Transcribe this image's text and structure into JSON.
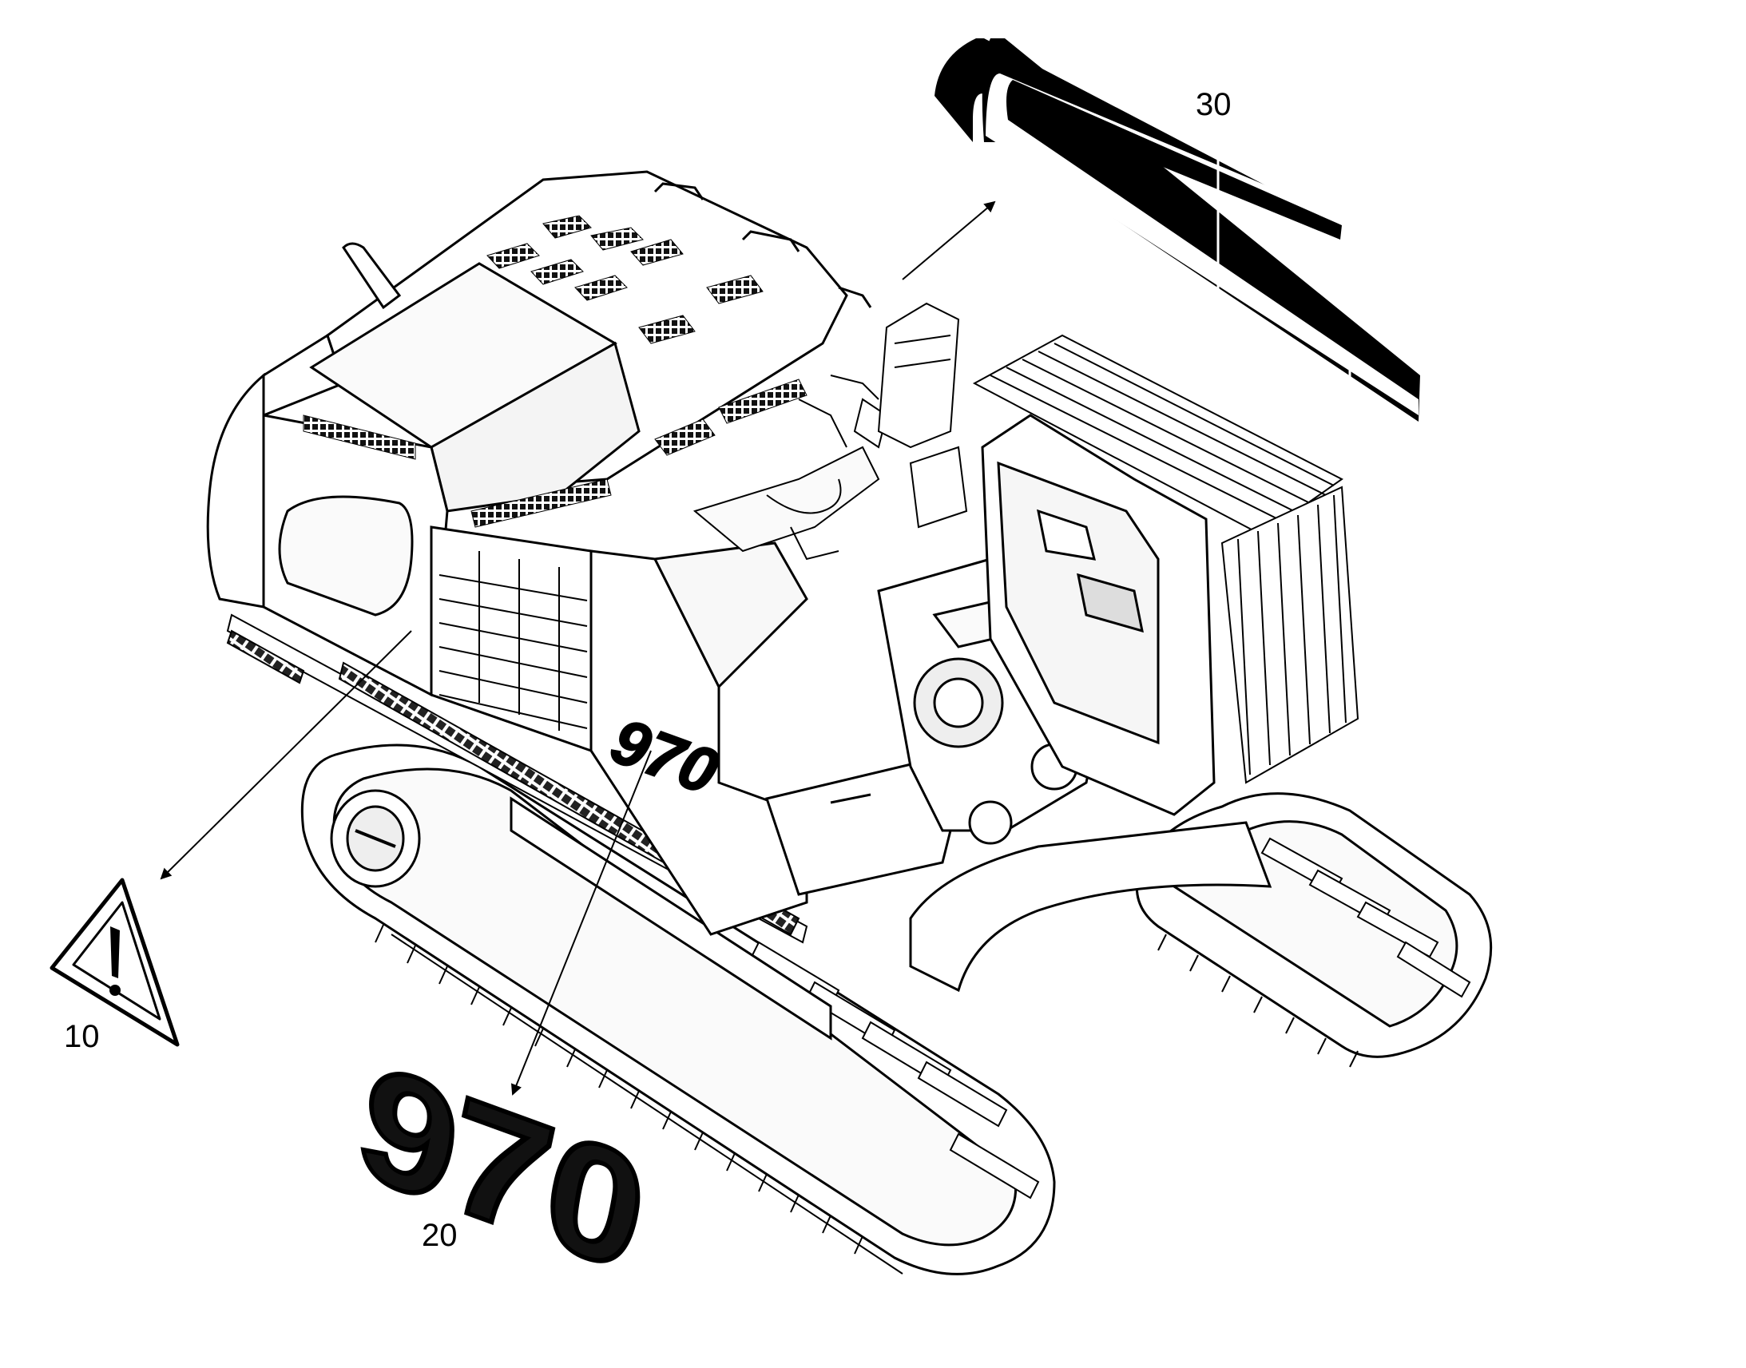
{
  "callouts": {
    "warning_label": "10",
    "model_decal": "20",
    "stripe_decal": "30"
  },
  "decals": {
    "model_number": "970"
  },
  "colors": {
    "line": "#000000",
    "background": "#ffffff",
    "fill_light": "#f6f6f6",
    "grille": "#222222"
  }
}
